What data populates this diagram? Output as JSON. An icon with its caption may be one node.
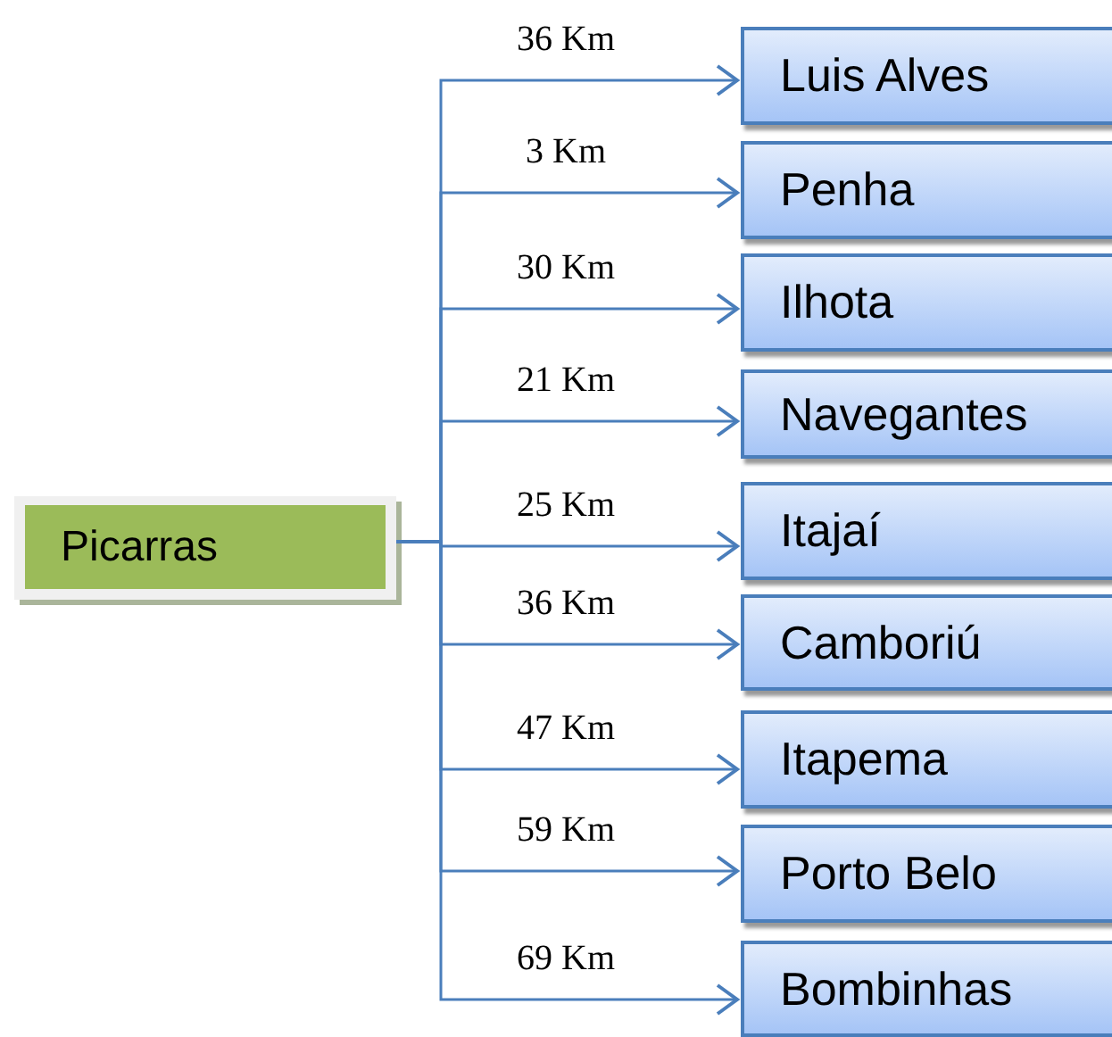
{
  "diagram": {
    "nodes": [
      {
        "text": [
          "Picarras"
        ]
      },
      {
        "text": [
          "Luis Alves"
        ]
      },
      {
        "text": [
          "Penha"
        ]
      },
      {
        "text": [
          "Ilhota"
        ]
      },
      {
        "text": [
          "Navegantes"
        ]
      },
      {
        "text": [
          "Itajaí"
        ]
      },
      {
        "text": [
          "Camboriú"
        ]
      },
      {
        "text": [
          "Itapema"
        ]
      },
      {
        "text": [
          "Porto Belo"
        ]
      },
      {
        "text": [
          "Bombinhas"
        ]
      }
    ],
    "edges": [
      {
        "from": 0,
        "to": 1,
        "arrow": "to",
        "label": "36 Km"
      },
      {
        "from": 0,
        "to": 2,
        "arrow": "to",
        "label": "3 Km"
      },
      {
        "from": 0,
        "to": 3,
        "arrow": "to",
        "label": "30 Km"
      },
      {
        "from": 0,
        "to": 4,
        "arrow": "to",
        "label": "21 Km"
      },
      {
        "from": 0,
        "to": 5,
        "arrow": "to",
        "label": "25 Km"
      },
      {
        "from": 0,
        "to": 6,
        "arrow": "to",
        "label": "36 Km"
      },
      {
        "from": 0,
        "to": 7,
        "arrow": "to",
        "label": "47 Km"
      },
      {
        "from": 0,
        "to": 8,
        "arrow": "to",
        "label": "59 Km"
      },
      {
        "from": 0,
        "to": 9,
        "arrow": "to",
        "label": "69 Km"
      }
    ]
  }
}
